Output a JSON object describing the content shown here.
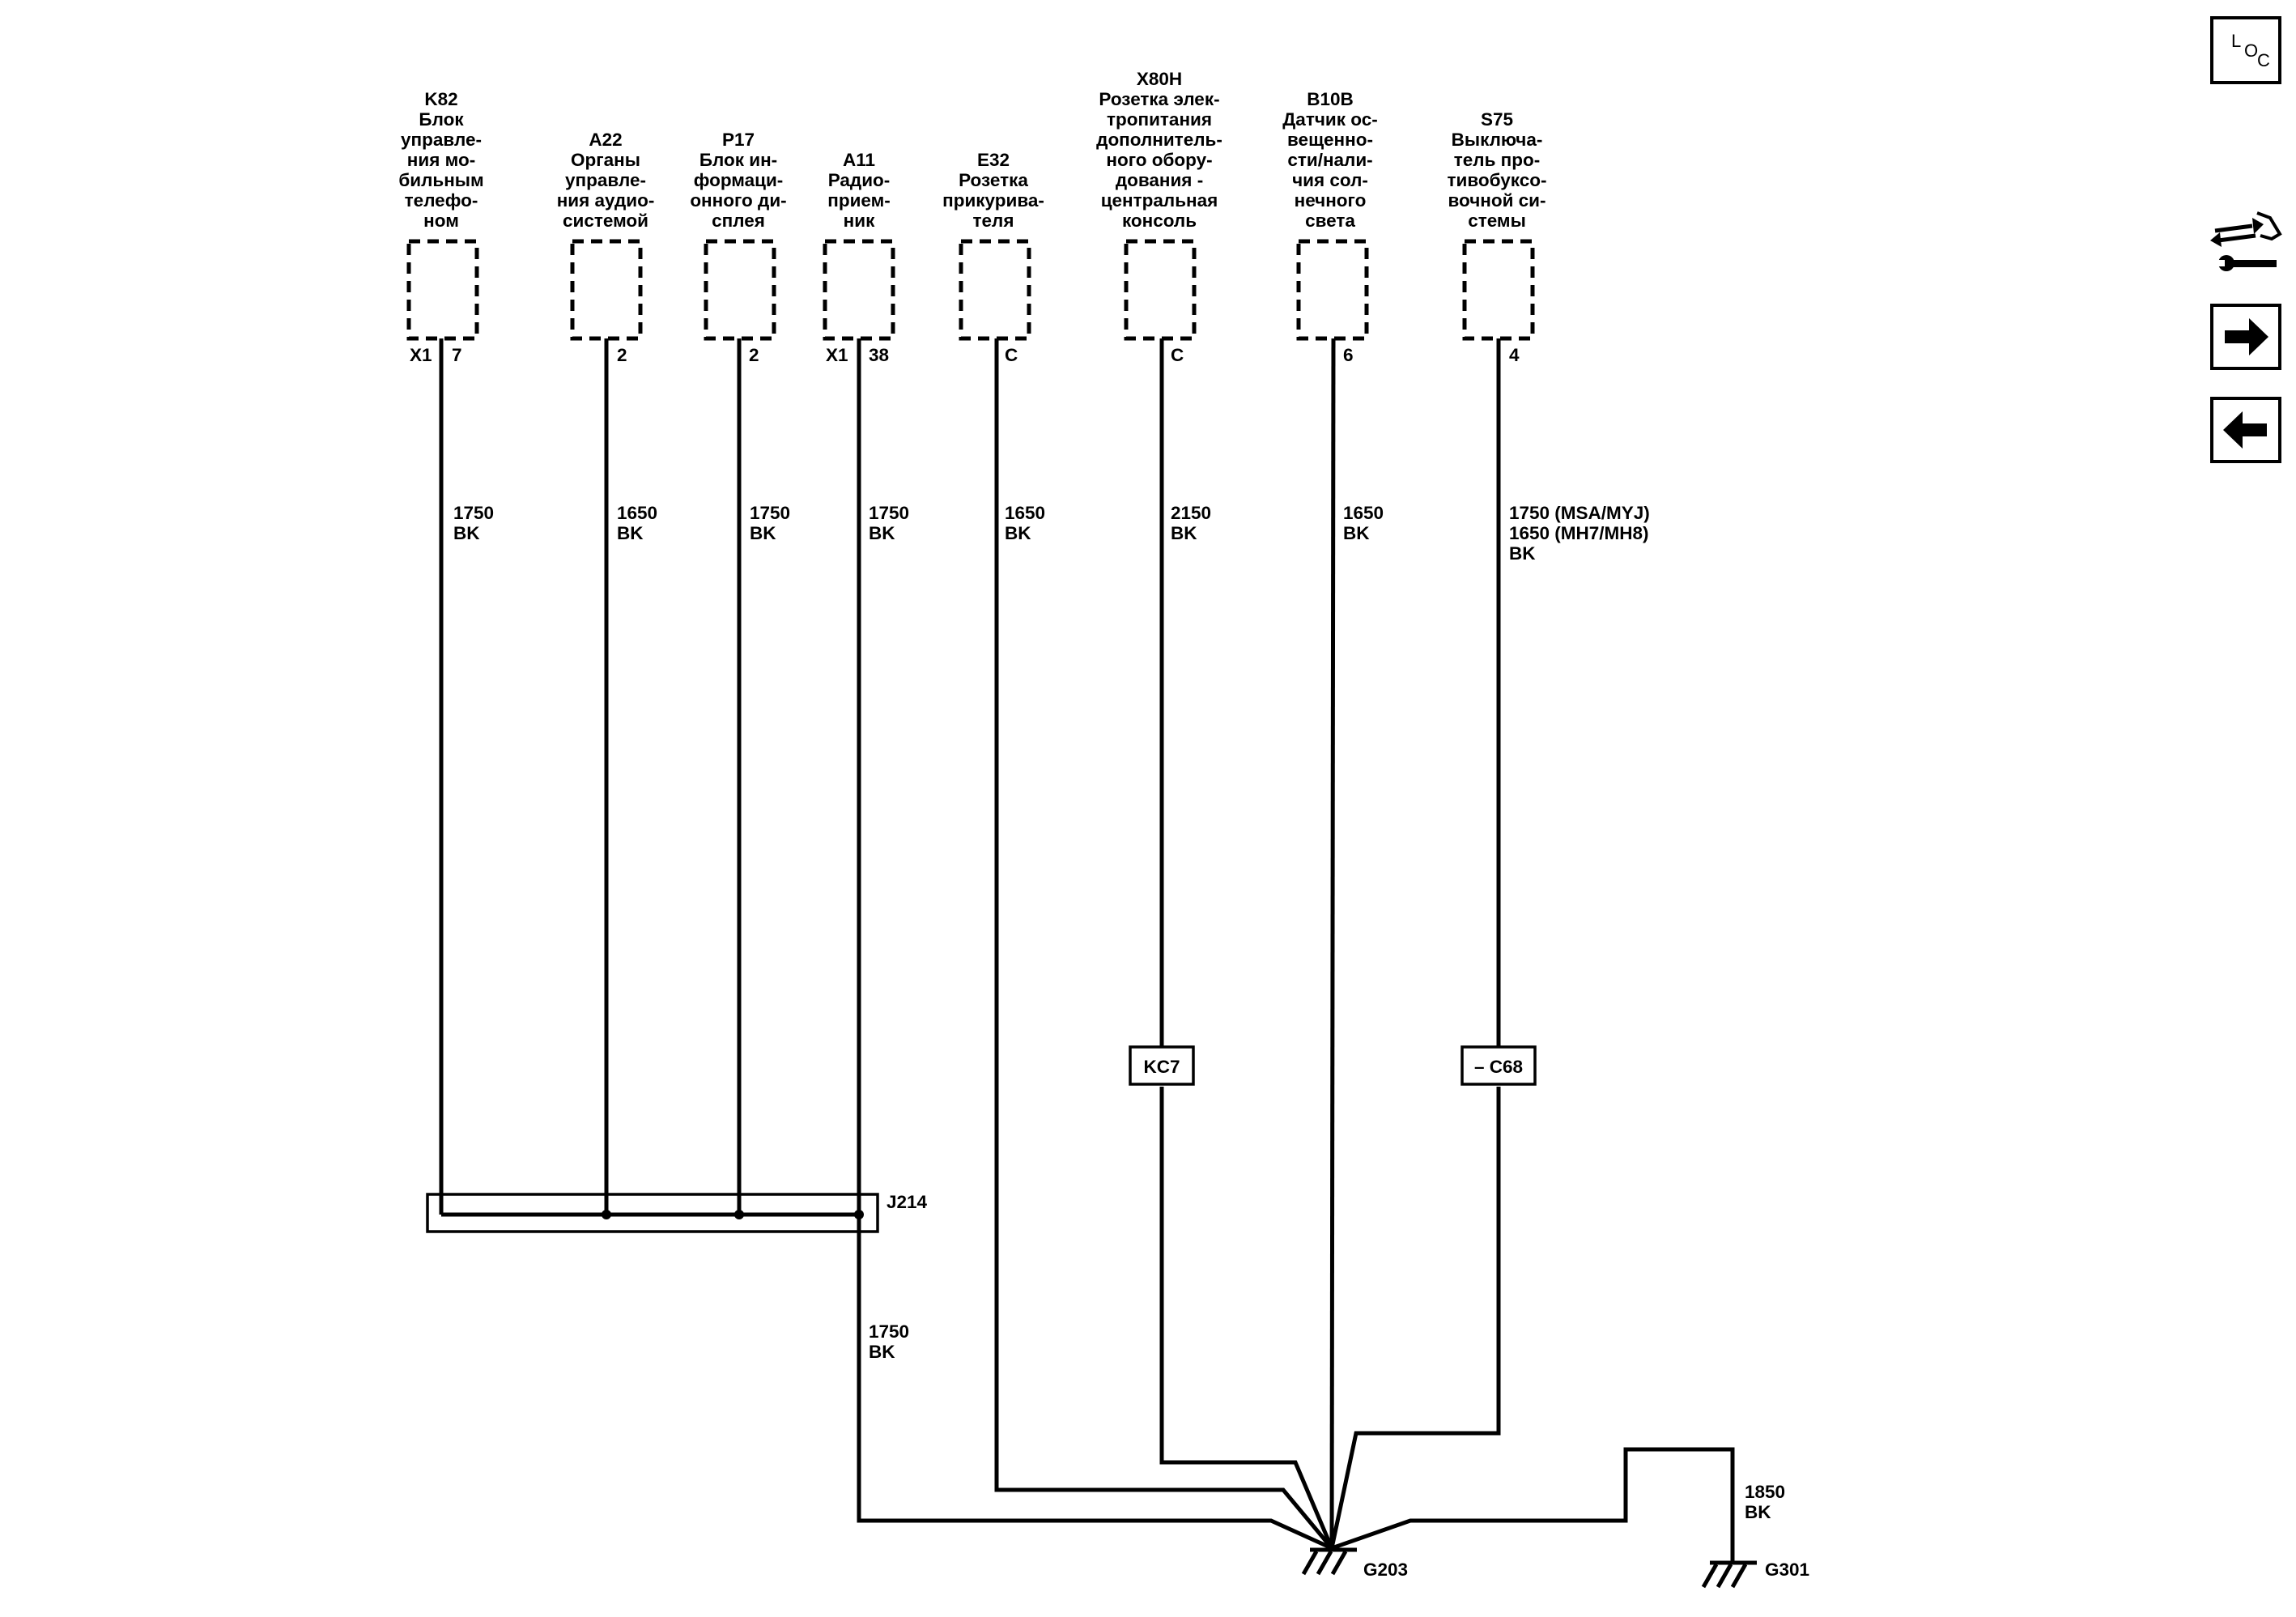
{
  "components": [
    {
      "id": "k82",
      "lines": [
        "K82",
        "Блок",
        "управле-",
        "ния мо-",
        "бильным",
        "телефо-",
        "ном"
      ],
      "left_pin": "X1",
      "pin": "7",
      "wire": [
        "1750",
        "BK"
      ]
    },
    {
      "id": "a22",
      "lines": [
        "A22",
        "Органы",
        "управле-",
        "ния аудио-",
        "системой"
      ],
      "left_pin": "",
      "pin": "2",
      "wire": [
        "1650",
        "BK"
      ]
    },
    {
      "id": "p17",
      "lines": [
        "P17",
        "Блок ин-",
        "формаци-",
        "онного ди-",
        "сплея"
      ],
      "left_pin": "",
      "pin": "2",
      "wire": [
        "1750",
        "BK"
      ]
    },
    {
      "id": "a11",
      "lines": [
        "A11",
        "Радио-",
        "прием-",
        "ник"
      ],
      "left_pin": "X1",
      "pin": "38",
      "wire": [
        "1750",
        "BK"
      ]
    },
    {
      "id": "e32",
      "lines": [
        "E32",
        "Розетка",
        "прикурива-",
        "теля"
      ],
      "left_pin": "",
      "pin": "C",
      "wire": [
        "1650",
        "BK"
      ]
    },
    {
      "id": "x80h",
      "lines": [
        "X80H",
        "Розетка элек-",
        "тропитания",
        "дополнитель-",
        "ного обору-",
        "дования -",
        "центральная",
        "консоль"
      ],
      "left_pin": "",
      "pin": "C",
      "wire": [
        "2150",
        "BK"
      ]
    },
    {
      "id": "b10b",
      "lines": [
        "B10B",
        "Датчик ос-",
        "вещенно-",
        "сти/нали-",
        "чия сол-",
        "нечного",
        "света"
      ],
      "left_pin": "",
      "pin": "6",
      "wire": [
        "1650",
        "BK"
      ]
    },
    {
      "id": "s75",
      "lines": [
        "S75",
        "Выключа-",
        "тель про-",
        "тивобуксо-",
        "вочной си-",
        "стемы"
      ],
      "left_pin": "",
      "pin": "4",
      "wire": [
        "1750 (MSA/MYJ)",
        "1650 (MH7/MH8)",
        "BK"
      ]
    }
  ],
  "inline_connectors": {
    "kc7": "KC7",
    "c68": "– C68"
  },
  "splice": {
    "label": "J214",
    "out_wire": [
      "1750",
      "BK"
    ]
  },
  "grounds": {
    "g203": "G203",
    "g301": "G301"
  },
  "ground_wire": [
    "1850",
    "BK"
  ],
  "nav": {
    "loc_icon": "loc-icon",
    "loc_letters": [
      "L",
      "O",
      "C"
    ],
    "tool_icon": "connector-wrench-icon",
    "next_icon": "arrow-right-icon",
    "prev_icon": "arrow-left-icon"
  }
}
